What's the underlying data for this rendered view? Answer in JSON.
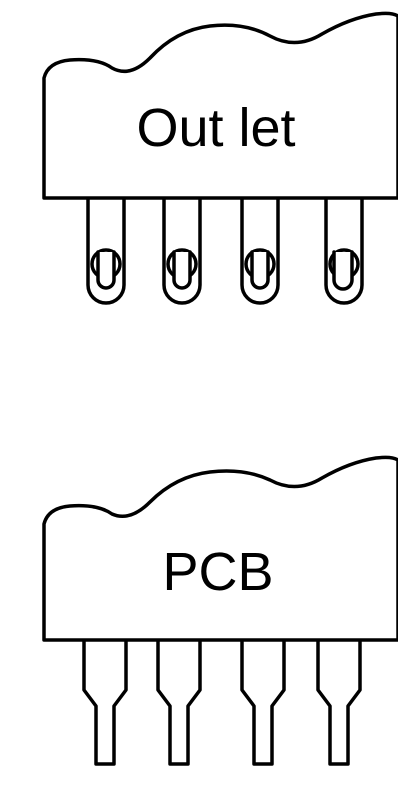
{
  "components": {
    "outlet": {
      "label": "Out let",
      "lead_count": 4,
      "lead_style": "loop-with-hole"
    },
    "pcb": {
      "label": "PCB",
      "lead_count": 4,
      "lead_style": "stepped-straight-pin"
    }
  },
  "colors": {
    "stroke": "#000000",
    "background": "#ffffff"
  }
}
